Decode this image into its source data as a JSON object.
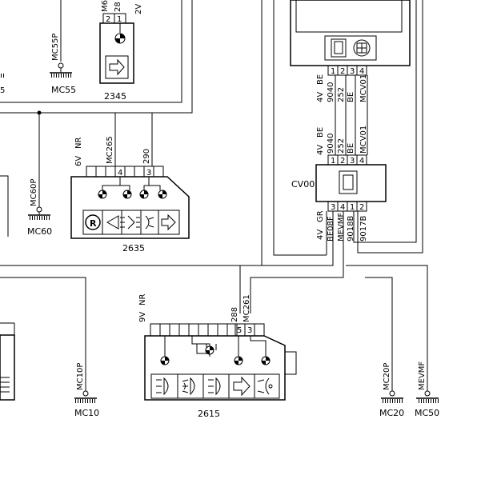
{
  "components": {
    "c2345": {
      "label": "2345",
      "pins": [
        "2",
        "1"
      ],
      "top_codes": [
        "M6",
        "28"
      ],
      "voltage": "2V"
    },
    "c2635": {
      "label": "2635",
      "pins": [
        "4",
        "3"
      ],
      "wires": [
        "MC265",
        "290"
      ],
      "voltage": "6V",
      "colour": "NR"
    },
    "c2615": {
      "label": "2615",
      "pins": [
        "5",
        "3"
      ],
      "wires": [
        "288",
        "MC261"
      ],
      "voltage": "9V",
      "colour": "NR"
    },
    "cv00": {
      "label": "CV00",
      "top_pins": [
        "1",
        "2",
        "3",
        "4"
      ],
      "bottom_pins": [
        "3",
        "4",
        "1",
        "2"
      ],
      "top_wires": [
        "9040",
        "252",
        "BE",
        "MCV01"
      ],
      "top_conn": {
        "voltage": "4V",
        "colour": "BE"
      },
      "bottom_wires": [
        "BE08F",
        "MEVMF",
        "9018B",
        "9017B"
      ],
      "bottom_conn": {
        "voltage": "4V",
        "colour": "GR"
      }
    },
    "ecu": {
      "pins": [
        "1",
        "2",
        "3",
        "4"
      ],
      "wires": [
        "9040",
        "252",
        "BE",
        "MCV01"
      ],
      "conn": {
        "voltage": "4V",
        "colour": "BE"
      }
    }
  },
  "grounds": {
    "mc55": {
      "point": "MC55P",
      "label": "MC55"
    },
    "mc60": {
      "point": "MC60P",
      "label": "MC60"
    },
    "mc10": {
      "point": "MC10P",
      "label": "MC10"
    },
    "mc20": {
      "point": "MC20P",
      "label": "MC20"
    },
    "mc50": {
      "point": "MEVMF",
      "label": "MC50"
    }
  }
}
